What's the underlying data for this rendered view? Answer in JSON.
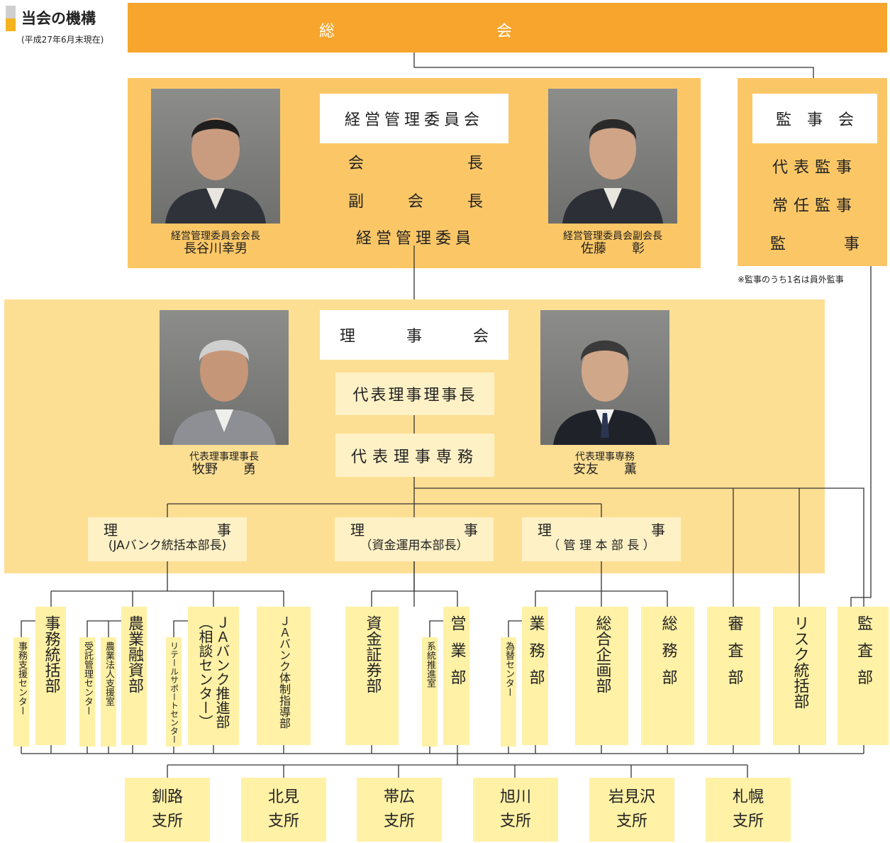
{
  "header": {
    "title": "当会の機構",
    "date": "(平成27年6月末現在)"
  },
  "general_assembly": {
    "left": "総",
    "right": "会"
  },
  "management_committee": {
    "title": "経営管理委員会",
    "roles": [
      {
        "left": "会",
        "right": "長"
      },
      {
        "left": "副",
        "mid": "会",
        "right": "長"
      },
      {
        "full": "経営管理委員"
      }
    ],
    "chair": {
      "role": "経営管理委員会会長",
      "name": "長谷川幸男"
    },
    "vice": {
      "role": "経営管理委員会副会長",
      "name": "佐藤　　彰"
    }
  },
  "audit_board": {
    "title": "監　事　会",
    "roles": [
      "代表監事",
      "常任監事"
    ],
    "last": {
      "left": "監",
      "right": "事"
    },
    "note": "※監事のうち1名は員外監事"
  },
  "board": {
    "title": {
      "left": "理",
      "mid": "事",
      "right": "会"
    },
    "president": "代表理事理事長",
    "senior": "代表理事専務",
    "president_person": {
      "role": "代表理事理事長",
      "name": "牧野　　勇"
    },
    "senior_person": {
      "role": "代表理事専務",
      "name": "安友　　薫"
    },
    "directors": [
      {
        "left": "理",
        "right": "事",
        "sub": "(JAバンク統括本部長)"
      },
      {
        "left": "理",
        "right": "事",
        "sub": "（資金運用本部長）"
      },
      {
        "left": "理",
        "right": "事",
        "sub": "（ 管 理 本 部 長 ）"
      }
    ]
  },
  "departments": {
    "jimu_support": "事務支援センター",
    "jimu": "事務統括部",
    "juta": "受託管理センター",
    "nogyo_hojin": "農業法人支援室",
    "nogyo_yushi": "農業融資部",
    "retail": "リテールサポートセンター",
    "ja_suishin": "ＪＡバンク推進部（相談センター）",
    "ja_shido": "ＪＡバンク体制指導部",
    "shikin": "資金証券部",
    "keito": "系統推進室",
    "eigyo": "営業部",
    "kawase": "為替センター",
    "gyomu": "業務部",
    "sogo": "総合企画部",
    "somu": "総務部",
    "shinsa": "審査部",
    "risk": "リスク統括部",
    "kansa": "監査部"
  },
  "branches": [
    {
      "city": "釧路",
      "label": "支所"
    },
    {
      "city": "北見",
      "label": "支所"
    },
    {
      "city": "帯広",
      "label": "支所"
    },
    {
      "city": "旭川",
      "label": "支所"
    },
    {
      "city": "岩見沢",
      "label": "支所"
    },
    {
      "city": "札幌",
      "label": "支所"
    }
  ],
  "colors": {
    "assembly": "#f7a52c",
    "panel_dark": "#fbc766",
    "panel_light": "#fddf94",
    "box_cream": "#fff1c6",
    "box_yellow": "#fff1a6"
  }
}
